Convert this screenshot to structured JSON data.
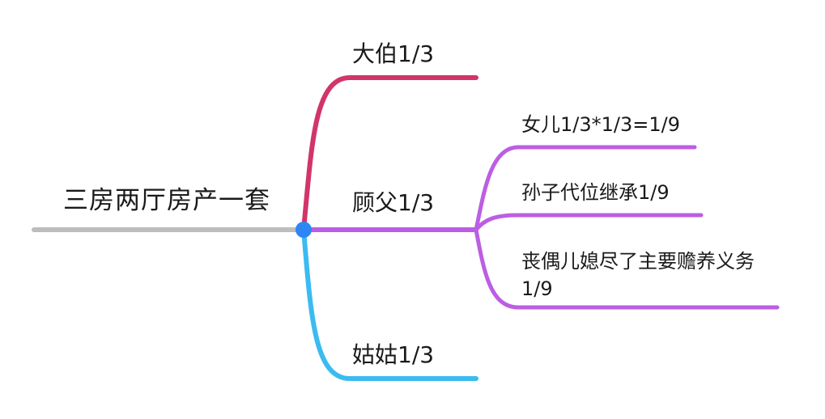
{
  "mindmap": {
    "root": {
      "label": "三房两厅房产一套"
    },
    "branches": [
      {
        "id": "dabo",
        "label": "大伯1/3",
        "color": "#D1356A",
        "children": []
      },
      {
        "id": "guzhang",
        "label": "顾父1/3",
        "color": "#BC5EE3",
        "children": [
          {
            "id": "daughter",
            "label": "女儿1/3*1/3=1/9"
          },
          {
            "id": "grandson",
            "label": "孙子代位继承1/9"
          },
          {
            "id": "daughter-in-law",
            "label": "丧偶儿媳尽了主要赡养义务1/9"
          }
        ]
      },
      {
        "id": "gugu",
        "label": "姑姑1/3",
        "color": "#3BBBF0",
        "children": []
      }
    ],
    "colors": {
      "root_line": "#BDBDBD",
      "hub": "#2E86F5"
    }
  }
}
